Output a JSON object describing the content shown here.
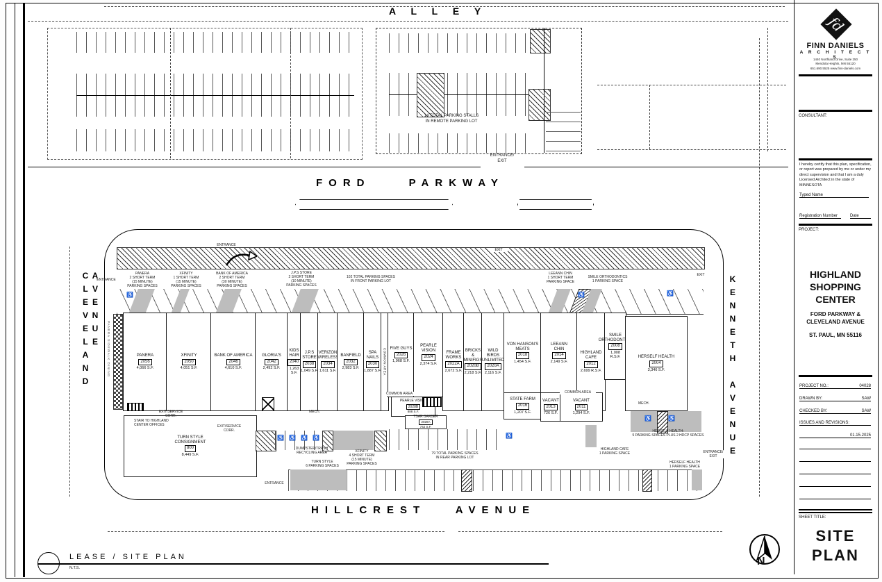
{
  "streets": {
    "alley": "A L L E Y",
    "ford": "FORD   PARKWAY",
    "hillcrest": "HILLCREST   AVENUE",
    "cleveland": "CLEVELAND AVENUE",
    "kenneth": "KENNETH AVENUE"
  },
  "footer": {
    "plan_title": "LEASE / SITE PLAN",
    "scale": "N.T.S.",
    "north_letter": "N"
  },
  "tenants": [
    {
      "name": "PANERA",
      "suite": "2056",
      "area": "4,066 S.F."
    },
    {
      "name": "XFINITY",
      "suite": "2050",
      "area": "4,051 S.F."
    },
    {
      "name": "BANK OF AMERICA",
      "suite": "2046",
      "area": "4,610 S.F."
    },
    {
      "name": "GLORIA'S",
      "suite": "2042",
      "area": "2,492 S.F."
    },
    {
      "name": "KIDS\nHAIR",
      "suite": "2040",
      "area": "1,263 S.F."
    },
    {
      "name": "J.P.S\nSTORE",
      "suite": "2038",
      "area": "1,049 S.F."
    },
    {
      "name": "VERIZON\nWIRELESS",
      "suite": "2034",
      "area": "1,611 S.F."
    },
    {
      "name": "BANFIELD",
      "suite": "2032",
      "area": "2,983 S.F."
    },
    {
      "name": "SPA\nNAILS",
      "suite": "2030",
      "area": "1,887 S.F."
    },
    {
      "name": "FIVE GUYS",
      "suite": "2026",
      "area": "1,968 S.F."
    },
    {
      "name": "PEARLE\nVISION",
      "suite": "2024",
      "area": "2,374 S.F."
    },
    {
      "name": "FRAME\nWORKS",
      "suite": "2022A",
      "area": "2,672 S.F."
    },
    {
      "name": "BRICKS &\nMINIFIGS",
      "suite": "2020B",
      "area": "2,218 S.F."
    },
    {
      "name": "WILD\nBIRDS\nUNLIMITED",
      "suite": "2020A",
      "area": "2,116 S.F."
    },
    {
      "name": "VON HANSON'S\nMEATS",
      "suite": "2018",
      "area": "1,454 S.F."
    },
    {
      "name": "LEEANN\nCHIN",
      "suite": "2014",
      "area": "2,149 S.F."
    },
    {
      "name": "HIGHLAND\nCAFE",
      "suite": "2012",
      "area": "2,699 R.S.F."
    },
    {
      "name": "SMILE\nORTHODONTICS",
      "suite": "2008",
      "area": "1,008 R.S.F."
    },
    {
      "name": "HERSELF HEALTH",
      "suite": "2004",
      "area": "3,346 S.F."
    },
    {
      "name": "STATE FARM",
      "suite": "2016",
      "area": "1,207 S.F."
    },
    {
      "name": "VACANT",
      "suite": "2013",
      "area": "726 S.F."
    },
    {
      "name": "VACANT",
      "suite": "2011",
      "area": "1,294 S.F."
    },
    {
      "name": "PEARLE VISION",
      "suite": "2028B",
      "area": "888 S.F."
    },
    {
      "name": "TSAR BARBER",
      "suite": "2028A",
      "area": "742 S.F."
    },
    {
      "name": "TURN STYLE\nCONSIGNMENT",
      "suite": "800",
      "area": "8,449 S.F."
    }
  ],
  "notes": {
    "remote_total": "14 TOTAL PARKING STALLS\nIN REMOTE PARKING LOT",
    "entrance_exit": "ENTRANCE/\nEXIT",
    "front_total": "102 TOTAL PARKING SPACES\nIN FRONT PARKING LOT",
    "rear_total": "79 TOTAL PARKING SPACES\nIN REAR PARKING LOT",
    "panera_st": "PANERA\n2 SHORT TERM\n(15 MINUTE)\nPARKING SPACES",
    "xfinity_st": "XFINITY\n1 SHORT TERM\n(15 MINUTE)\nPARKING SPACES",
    "bofa_st": "BANK OF AMERICA\n2 SHORT TERM\n(30 MINUTE)\nPARKING SPACES",
    "jps_st": "J.P.S STORE\n2 SHORT TERM\n(10 MINUTE)\nPARKING SPACES",
    "leeann_st": "LEEANN CHIN\n1 SHORT TERM\nPARKING SPACE",
    "smile_st": "SMILE ORTHODONTICS\n1 PARKING SPACE",
    "xfinity_rear": "XFINITY\n4 SHORT TERM\n(15 MINUTE)\nPARKING SPACES",
    "dumpster": "DUMPSTER/TRASH\nRECYCLING AREA",
    "turnstyle_pk": "TURN STYLE\n6  PARKING SPACES",
    "cafe_pk": "HIGHLAND CAFE\n1 PARKING SPACE",
    "herself_pk5": "HERSELF HEALTH:\n5 PARKING SPACES PLUS 2 HDCP SPACES",
    "herself_pk1": "HERSELF HEALTH\n1 PARKING SPACE",
    "entrance": "ENTRANCE",
    "exit": "EXIT",
    "stair": "STAIR TO HIGHLAND\nCENTER OFFICES",
    "service_corr": "EXIT/SERVICE CORR.",
    "mech": "MECH.",
    "common": "COMMON AREA",
    "sidewalk_dining": "PANERA SIDEWALK DINING"
  },
  "title_block": {
    "firm_name": "FINN DANIELS",
    "firm_sub": "A R C H I T E C T S",
    "firm_address": "1440 Northland Drive, Suite 250\nMendota Heights, MN 55120\n651.690.5525   www.finn-daniels.com",
    "consultant_label": "CONSULTANT:",
    "certification": "I hereby certify that this plan, specification, or report was prepared by me or under my direct supervision and that I am a duly Licensed Architect in the state of  MINNESOTA",
    "typed_name_label": "Typed Name",
    "registration_label": "Registration Number",
    "date_label": "Date",
    "project_label": "PROJECT:",
    "project_name": "HIGHLAND\nSHOPPING\nCENTER",
    "project_addr": "FORD PARKWAY &\nCLEVELAND AVENUE",
    "project_city": "ST. PAUL, MN  55116",
    "project_no_label": "PROJECT NO.:",
    "project_no": "04028",
    "drawn_by_label": "DRAWN BY:",
    "drawn_by": "SAW",
    "checked_by_label": "CHECKED BY:",
    "checked_by": "SAW",
    "issues_label": "ISSUES AND REVISIONS:",
    "revision_date": "01.15.2025",
    "sheet_title_label": "SHEET TITLE:",
    "sheet_title": "SITE\nPLAN"
  }
}
